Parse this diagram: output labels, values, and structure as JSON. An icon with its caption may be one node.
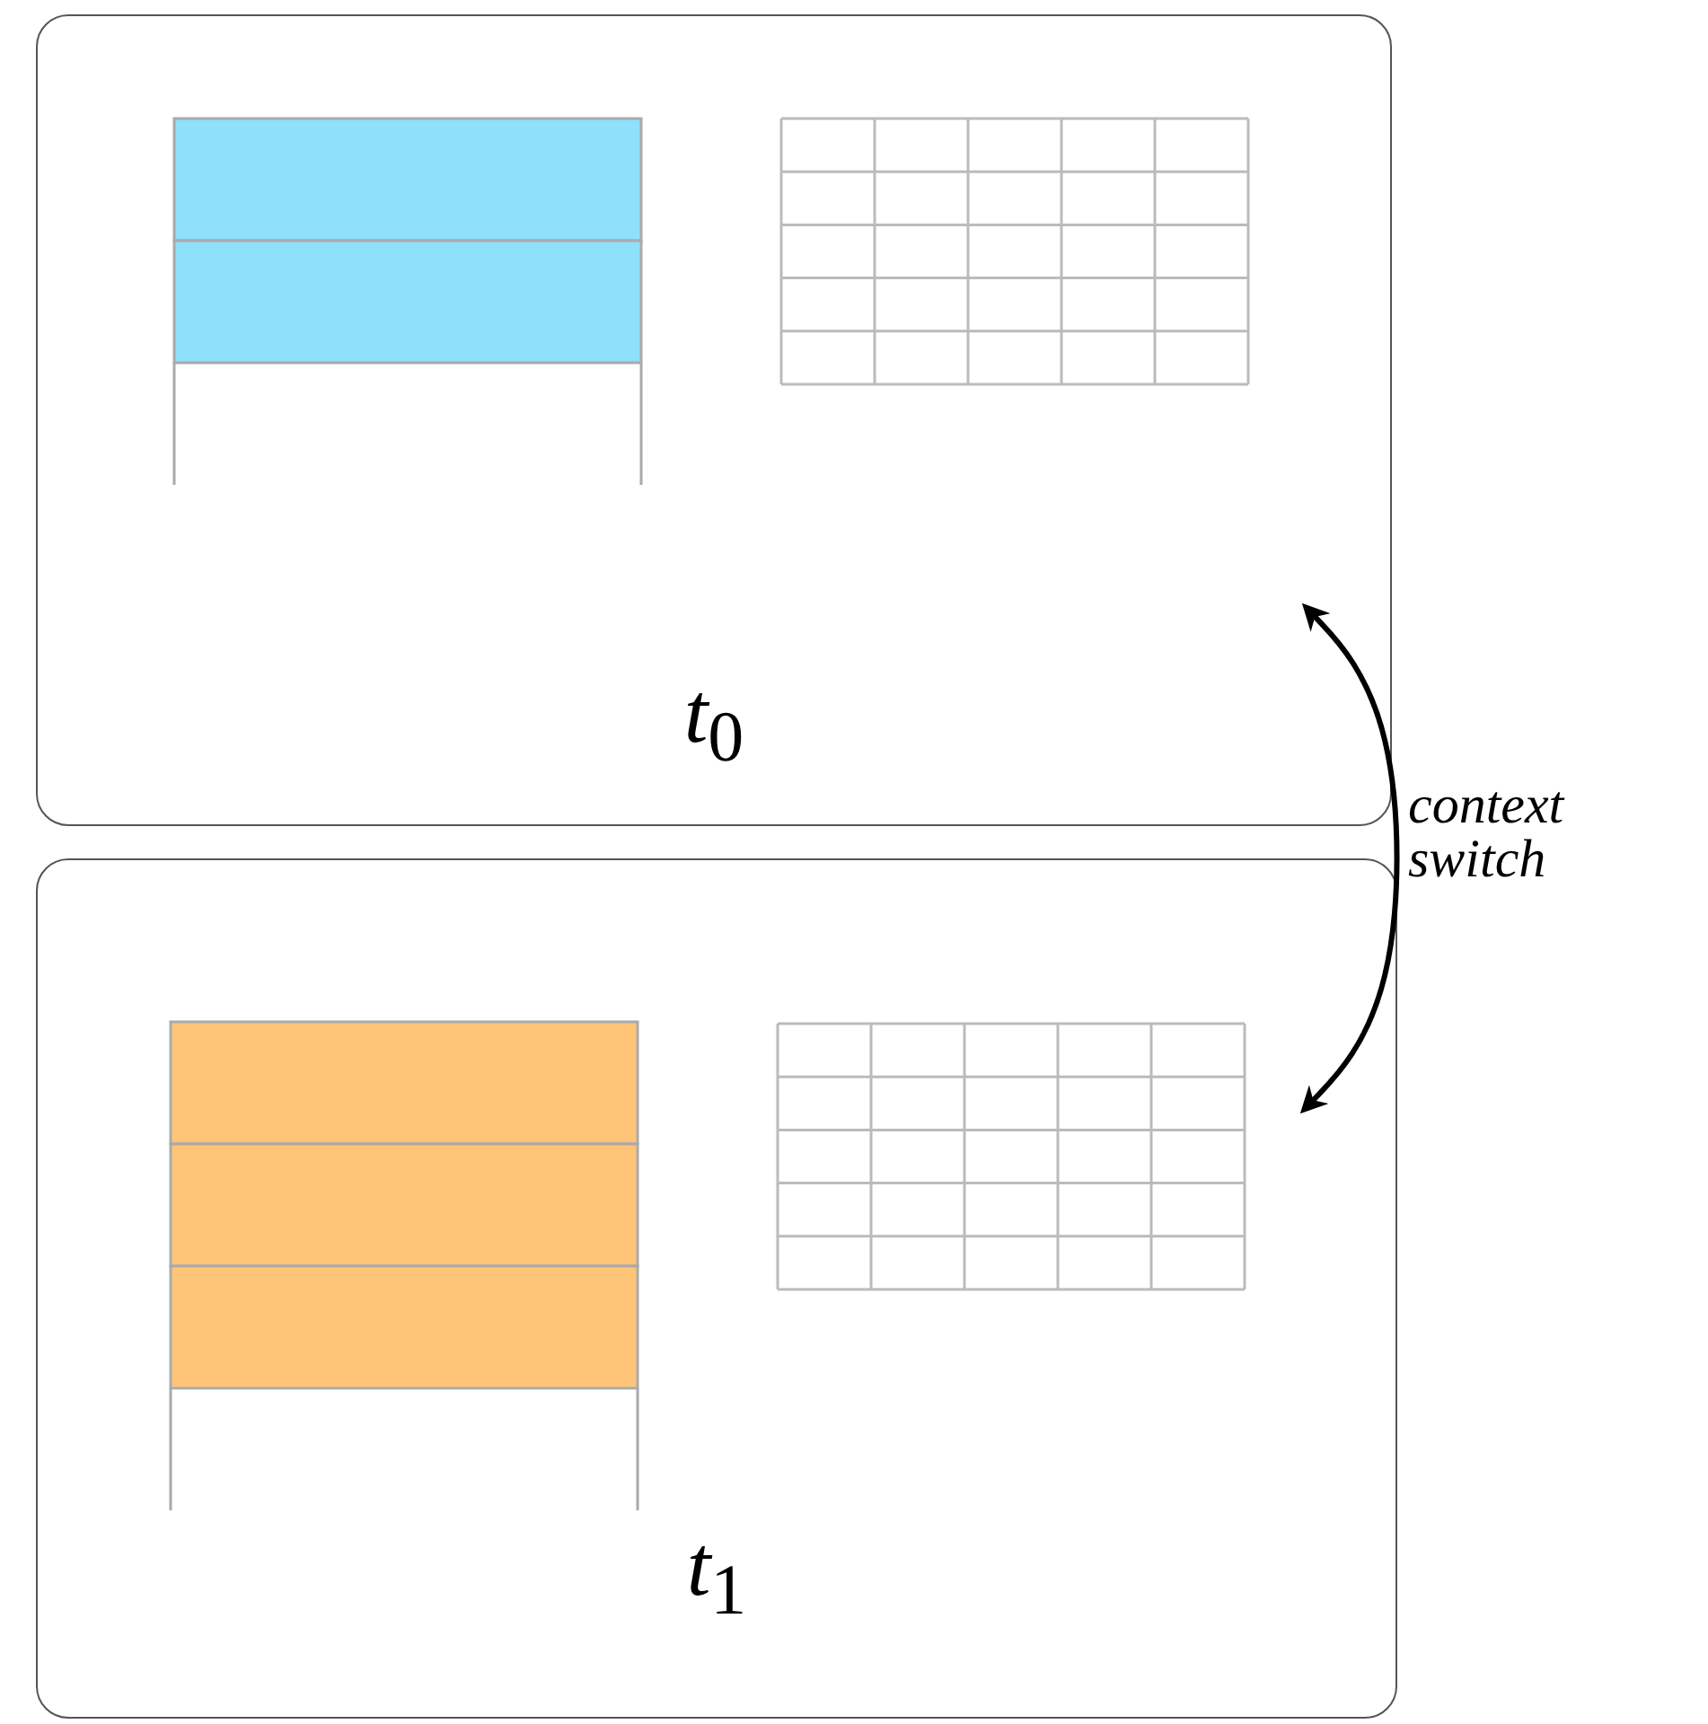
{
  "diagram": {
    "nodes": [
      {
        "text": [
          "*t*$_{0}$"
        ]
      },
      {
        "text": [
          "*t*$_{1}$"
        ]
      }
    ],
    "edges": [
      {
        "from": 1,
        "to": 0,
        "arrow": "both",
        "label": "context switch"
      }
    ]
  }
}
